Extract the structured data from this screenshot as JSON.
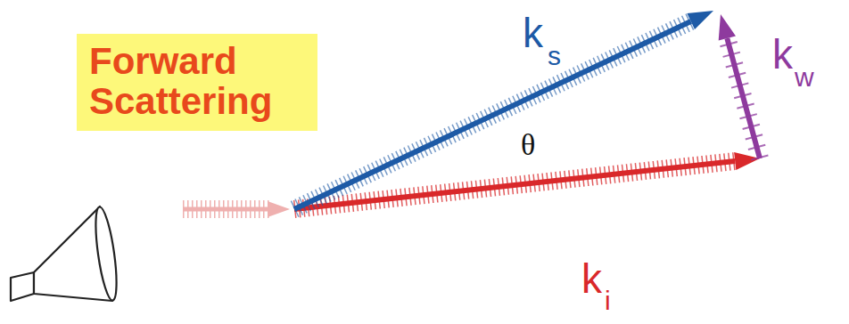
{
  "diagram": {
    "nodes": [
      {
        "text": [
          "Forward Scattering"
        ]
      }
    ],
    "labels": [
      "k",
      "s",
      "k",
      "w",
      "θ",
      "k",
      "i"
    ]
  }
}
